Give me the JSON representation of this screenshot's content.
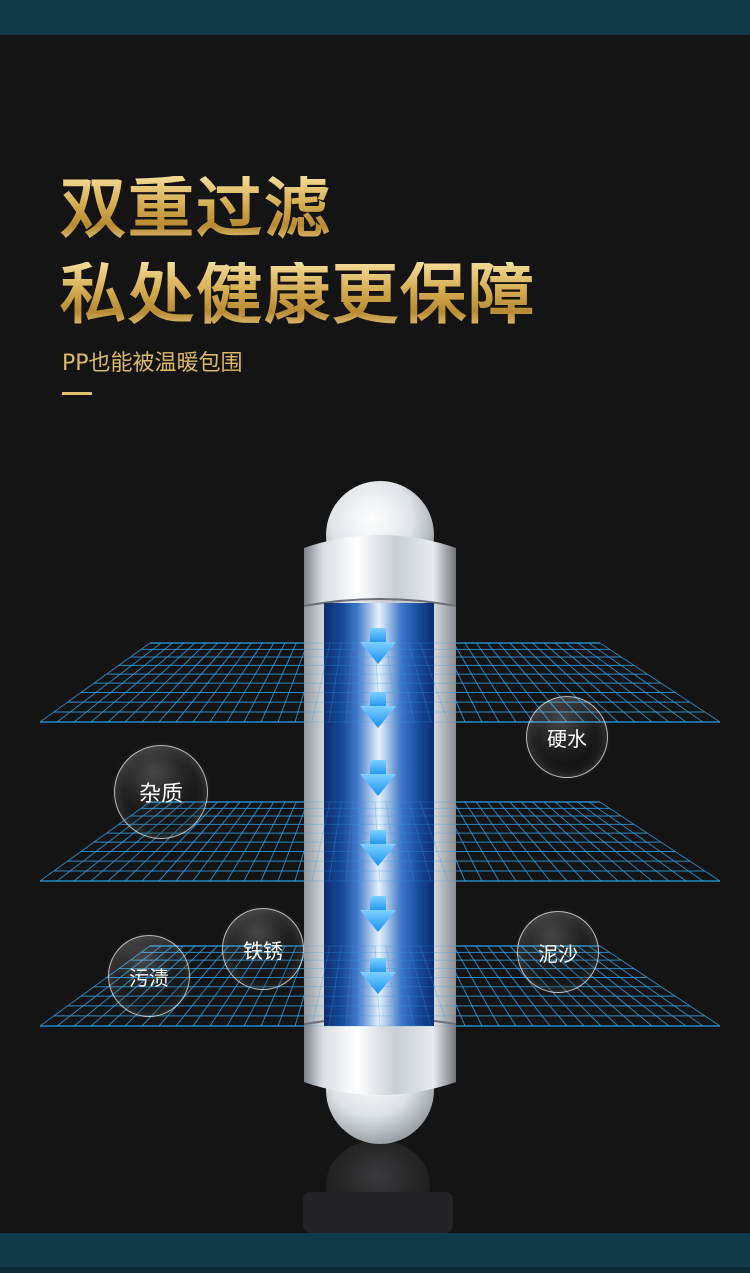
{
  "headline": {
    "line1": "双重过滤",
    "line2": "私处健康更保障",
    "subtitle": "PP也能被温暖包围"
  },
  "impurities": {
    "zazhi": "杂质",
    "yingshui": "硬水",
    "tiexiu": "铁锈",
    "wuzi": "污渍",
    "nisha": "泥沙"
  },
  "colors": {
    "background": "#141415",
    "band": "#0f3b49",
    "gold": "#d7b25c",
    "grid": "#2e9be0",
    "arrow": "#22a6ff"
  },
  "icons": [
    "down-arrow-icon"
  ]
}
